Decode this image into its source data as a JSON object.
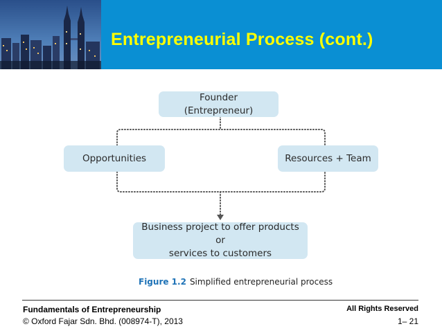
{
  "header": {
    "title": "Entrepreneurial Process (cont.)",
    "colors": {
      "background": "#0a8fd3",
      "title": "#ffff00"
    }
  },
  "diagram": {
    "nodes": {
      "founder": "Founder (Entrepreneur)",
      "opportunities": "Opportunities",
      "resources": "Resources + Team",
      "project_line1": "Business project to offer products or",
      "project_line2": "services to customers"
    },
    "box_color": "#d2e7f2",
    "caption": {
      "figure_label": "Figure 1.2",
      "text": "Simplified entrepreneurial process"
    }
  },
  "footer": {
    "left_line1": "Fundamentals of Entrepreneurship",
    "left_line2": "© Oxford Fajar Sdn. Bhd. (008974-T), 2013",
    "rights": "All Rights Reserved",
    "page": "1– 21"
  }
}
